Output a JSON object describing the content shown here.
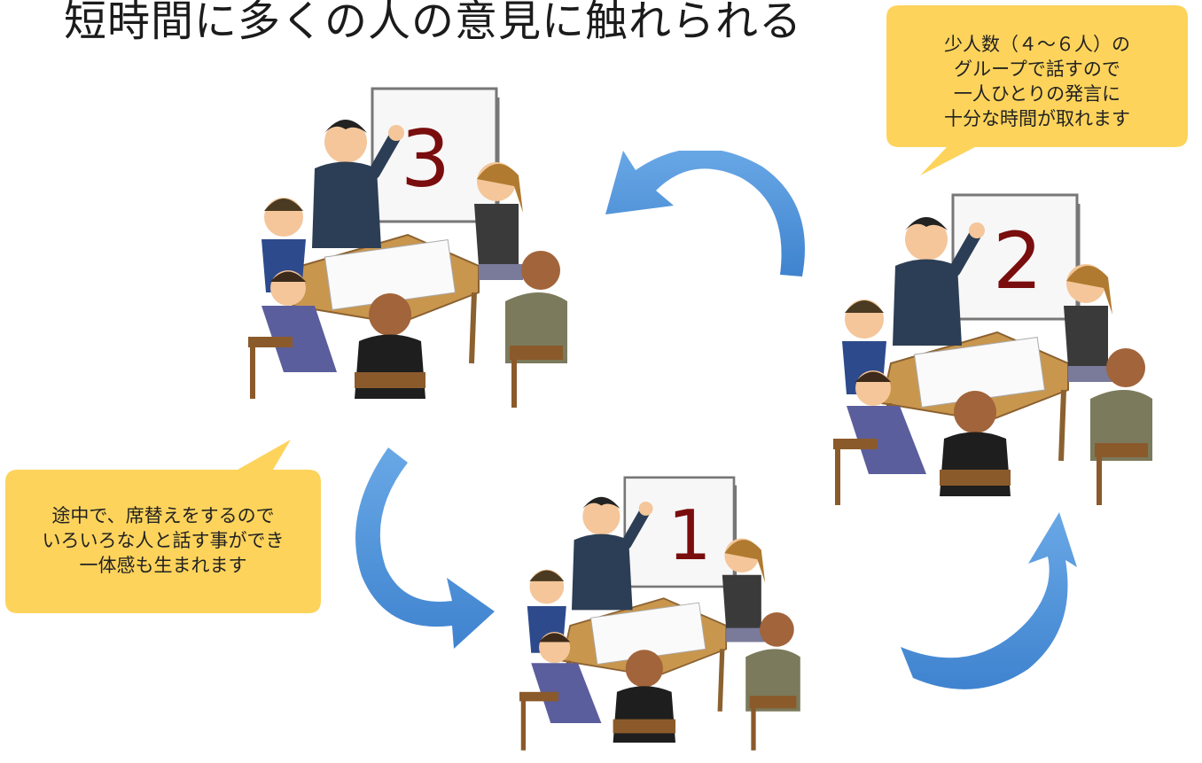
{
  "title": "短時間に多くの人の意見に触れられる",
  "callout_top_right": {
    "lines": [
      "少人数（４～６人）の",
      "グループで話すので",
      "一人ひとりの発言に",
      "十分な時間が取れます"
    ]
  },
  "callout_left": {
    "lines": [
      "途中で、席替えをするので",
      "いろいろな人と話す事ができ",
      "一体感も生まれます"
    ]
  },
  "groups": [
    {
      "number": "3"
    },
    {
      "number": "2"
    },
    {
      "number": "1"
    }
  ],
  "colors": {
    "callout_fill": "#fdd35b",
    "arrow_blue": "#4a90d9",
    "number_red": "#7a0d0d"
  }
}
